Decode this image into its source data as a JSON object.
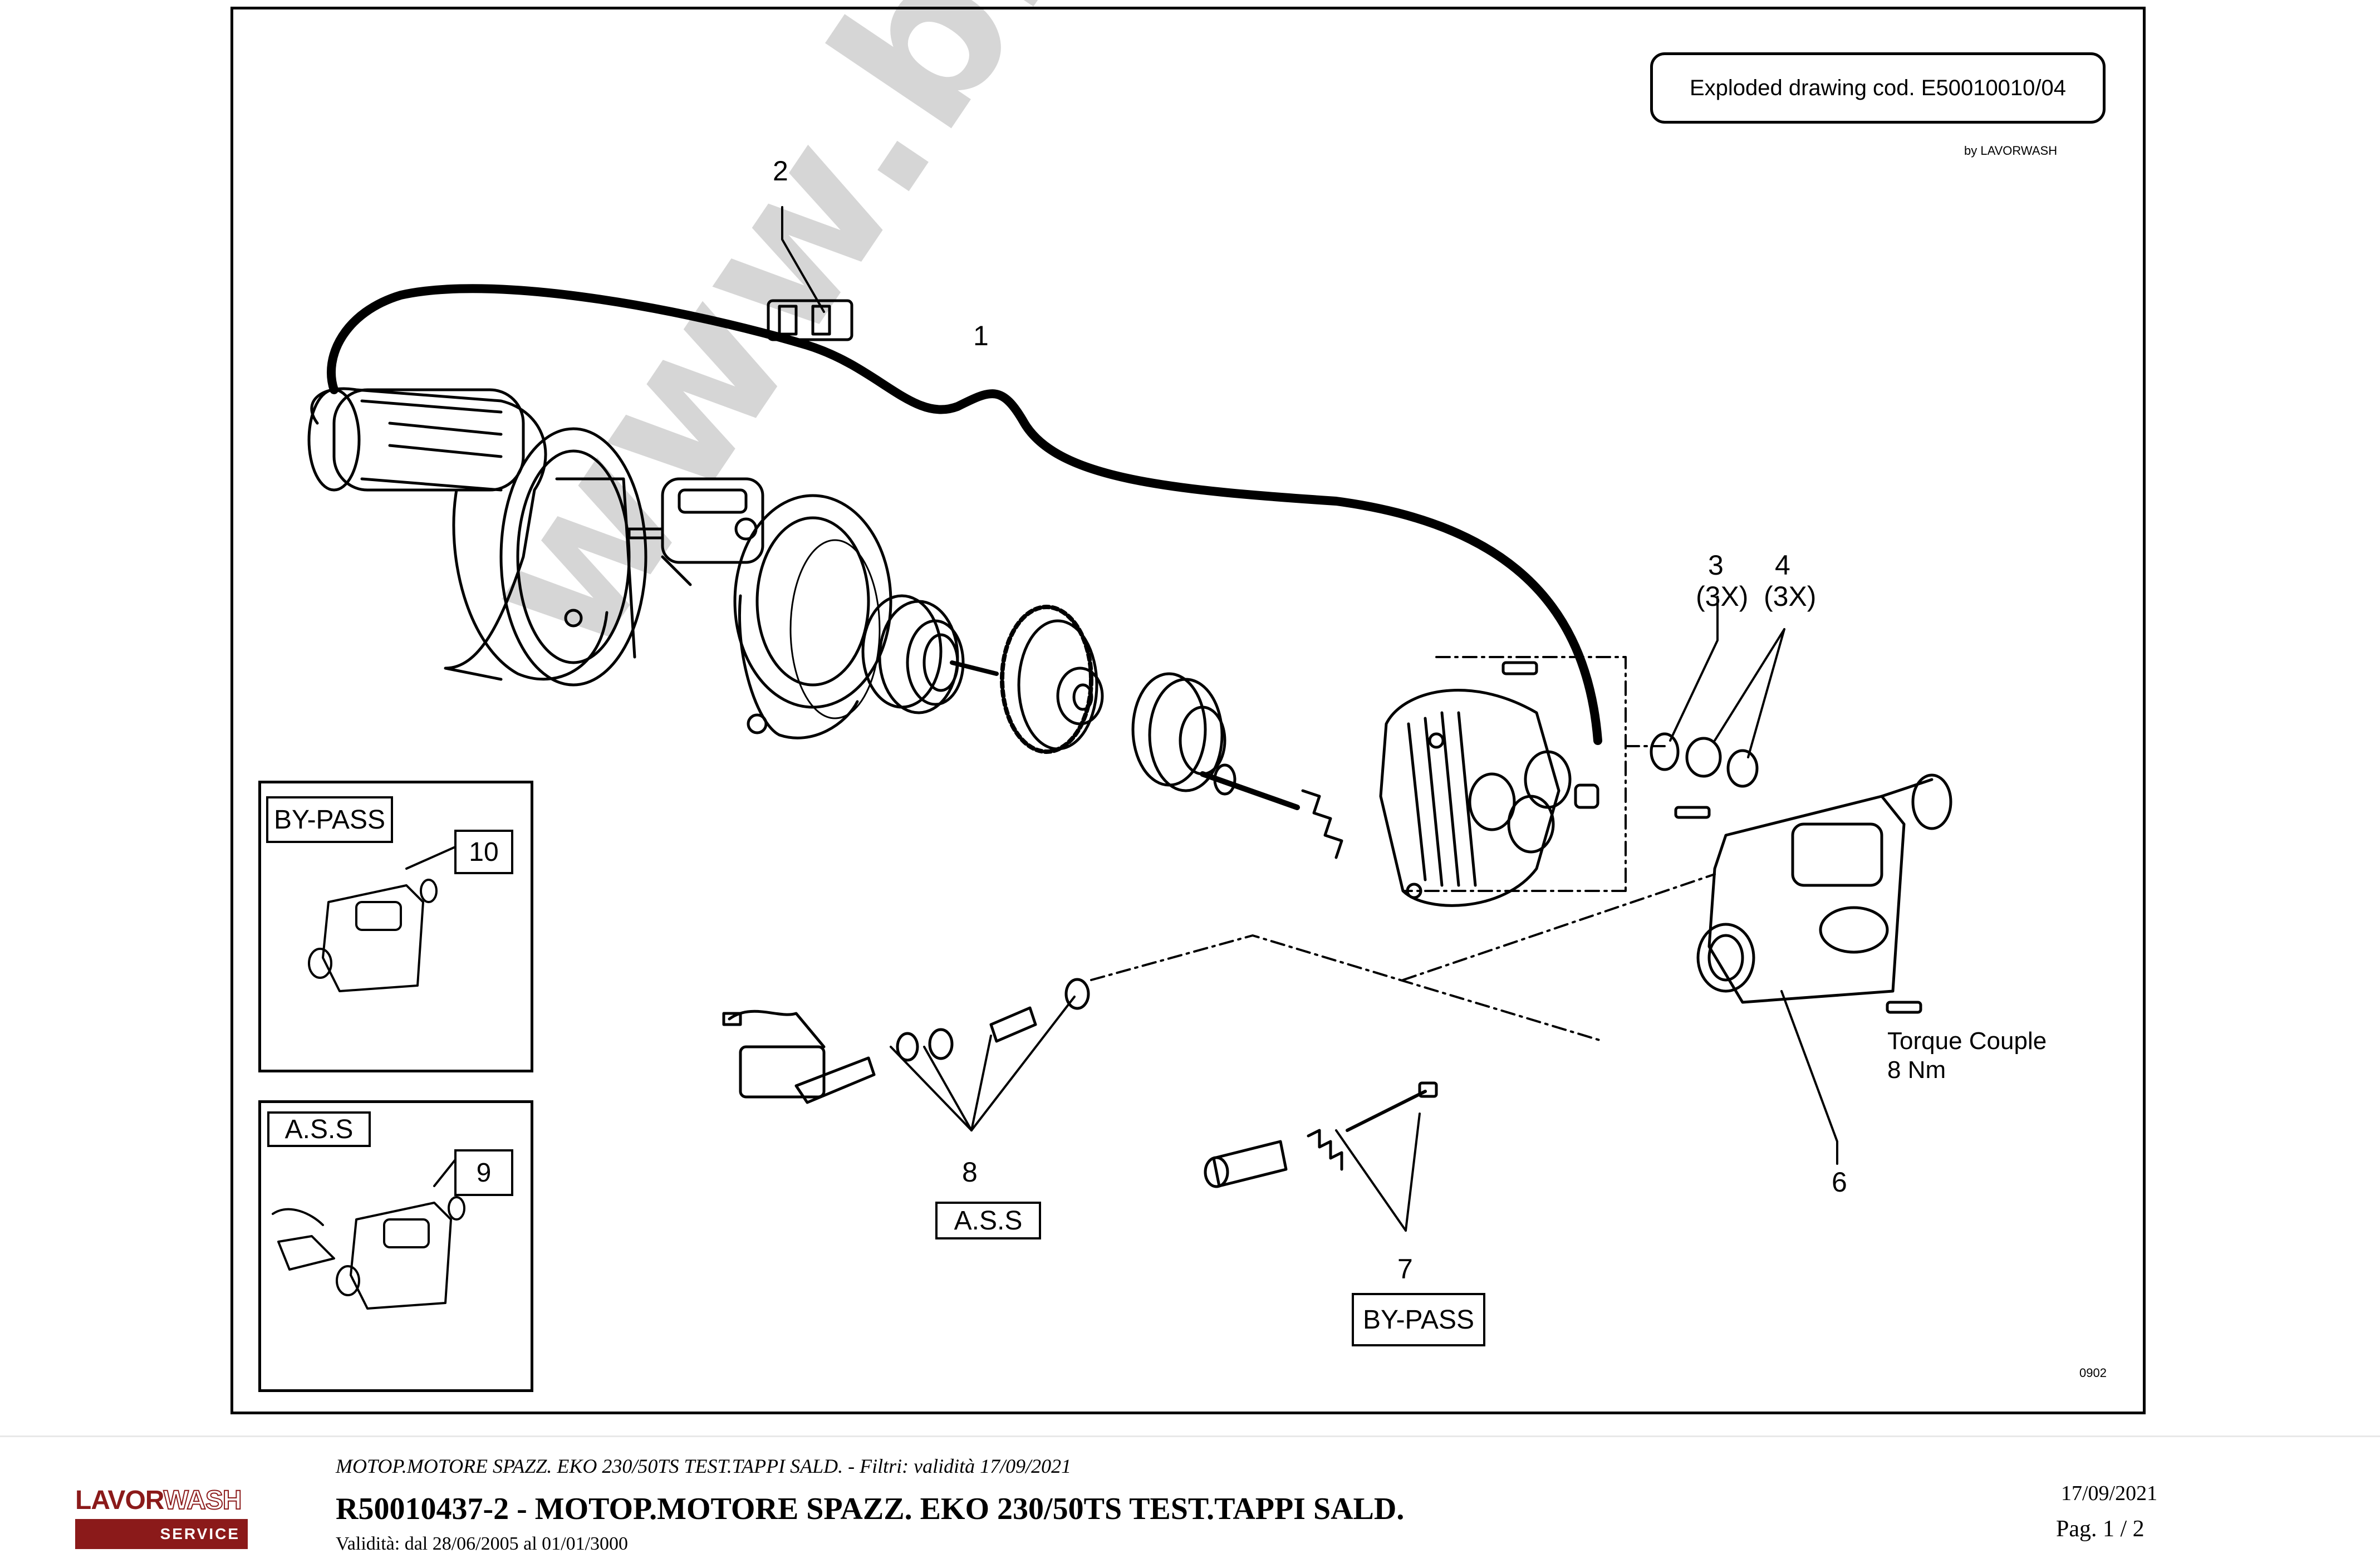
{
  "drawing": {
    "code_label": "Exploded drawing cod. E50010010/04",
    "by": "by LAVORWASH",
    "sheet_number": "0902",
    "watermark": "www.bricoutensili.com",
    "callouts": {
      "c1": "1",
      "c2": "2",
      "c3": "3",
      "c3_qty": "(3X)",
      "c4": "4",
      "c4_qty": "(3X)",
      "c6": "6",
      "c7": "7",
      "c7_tag": "BY-PASS",
      "c8": "8",
      "c8_tag": "A.S.S",
      "torque_line1": "Torque Couple",
      "torque_line2": "8 Nm"
    },
    "insets": [
      {
        "tag": "BY-PASS",
        "number": "10"
      },
      {
        "tag": "A.S.S",
        "number": "9"
      }
    ]
  },
  "footer": {
    "logo_top_a": "LAVOR",
    "logo_top_b": "WASH",
    "logo_bottom": "SERVICE",
    "subtitle": "MOTOP.MOTORE SPAZZ. EKO 230/50TS TEST.TAPPI SALD. - Filtri: validità 17/09/2021",
    "title": "R50010437-2 - MOTOP.MOTORE SPAZZ. EKO 230/50TS TEST.TAPPI SALD.",
    "validity": "Validità: dal 28/06/2005 al 01/01/3000",
    "date": "17/09/2021",
    "page": "Pag. 1 / 2"
  },
  "colors": {
    "brand": "#8b1a1a",
    "line": "#000000",
    "watermark": "#d6d6d6"
  }
}
